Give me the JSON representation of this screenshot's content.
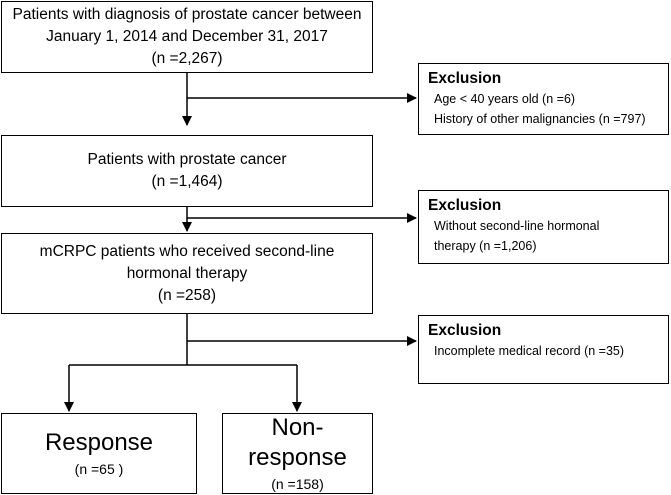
{
  "flowchart": {
    "start": {
      "line1": "Patients with diagnosis of prostate cancer between",
      "line2": "January 1, 2014 and December 31, 2017",
      "count": "(n =2,267)"
    },
    "exclusion1": {
      "title": "Exclusion",
      "line1": "Age < 40 years old (n =6)",
      "line2": "History of other malignancies (n =797)"
    },
    "prostate": {
      "line1": "Patients with prostate cancer",
      "count": "(n =1,464)"
    },
    "exclusion2": {
      "title": "Exclusion",
      "line1": "Without second-line hormonal",
      "line2": "therapy (n =1,206)"
    },
    "mcrpc": {
      "line1": "mCRPC patients who received second-line",
      "line2": "hormonal therapy",
      "count": "(n =258)"
    },
    "exclusion3": {
      "title": "Exclusion",
      "line1": "Incomplete medical record (n =35)"
    },
    "response": {
      "label": "Response",
      "count": "(n =65 )"
    },
    "nonresponse": {
      "label": "Non-response",
      "count": "(n =158)"
    }
  }
}
